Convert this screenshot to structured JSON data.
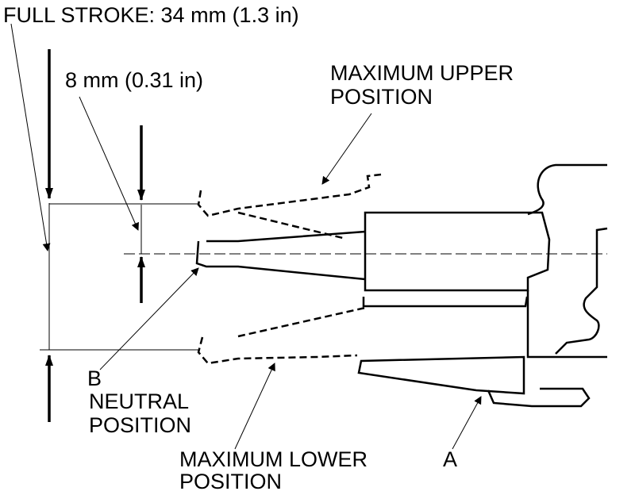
{
  "labels": {
    "full_stroke": "FULL STROKE: 34 mm (1.3 in)",
    "offset": "8 mm (0.31 in)",
    "upper_line1": "MAXIMUM UPPER",
    "upper_line2": "POSITION",
    "lower_line1": "MAXIMUM LOWER",
    "lower_line2": "POSITION",
    "b_letter": "B",
    "neutral_line1": "NEUTRAL",
    "neutral_line2": "POSITION",
    "a_letter": "A"
  }
}
